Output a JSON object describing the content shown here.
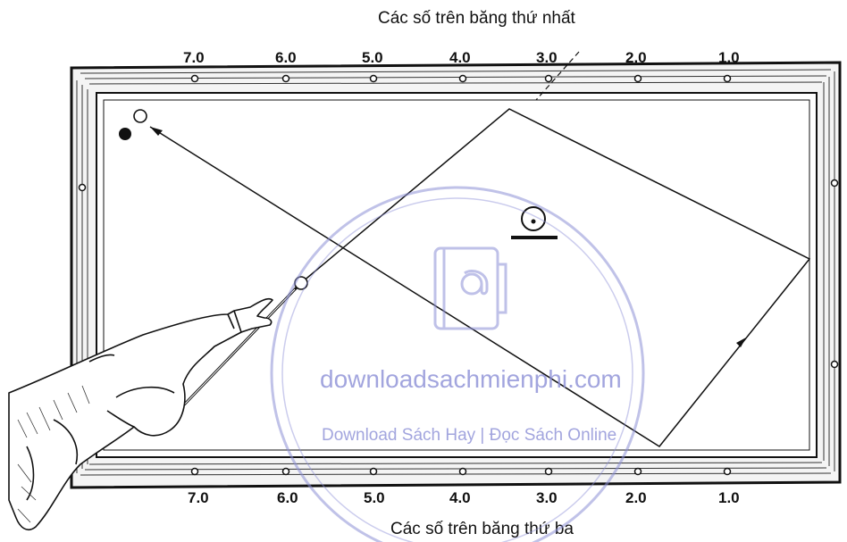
{
  "top_caption": "Các số trên băng thứ nhất",
  "bottom_caption": "Các số trên băng thứ ba",
  "top_numbers": [
    "7.0",
    "6.0",
    "5.0",
    "4.0",
    "3.0",
    "2.0",
    "1.0"
  ],
  "bottom_numbers": [
    "7.0",
    "6.0",
    "5.0",
    "4.0",
    "3.0",
    "2.0",
    "1.0"
  ],
  "watermark": {
    "site": "downloadsachmienphi.com",
    "tagline": "Download Sách Hay | Đọc Sách Online",
    "color": "#8c8fd6"
  },
  "colors": {
    "ink": "#111111",
    "paper": "#ffffff"
  }
}
